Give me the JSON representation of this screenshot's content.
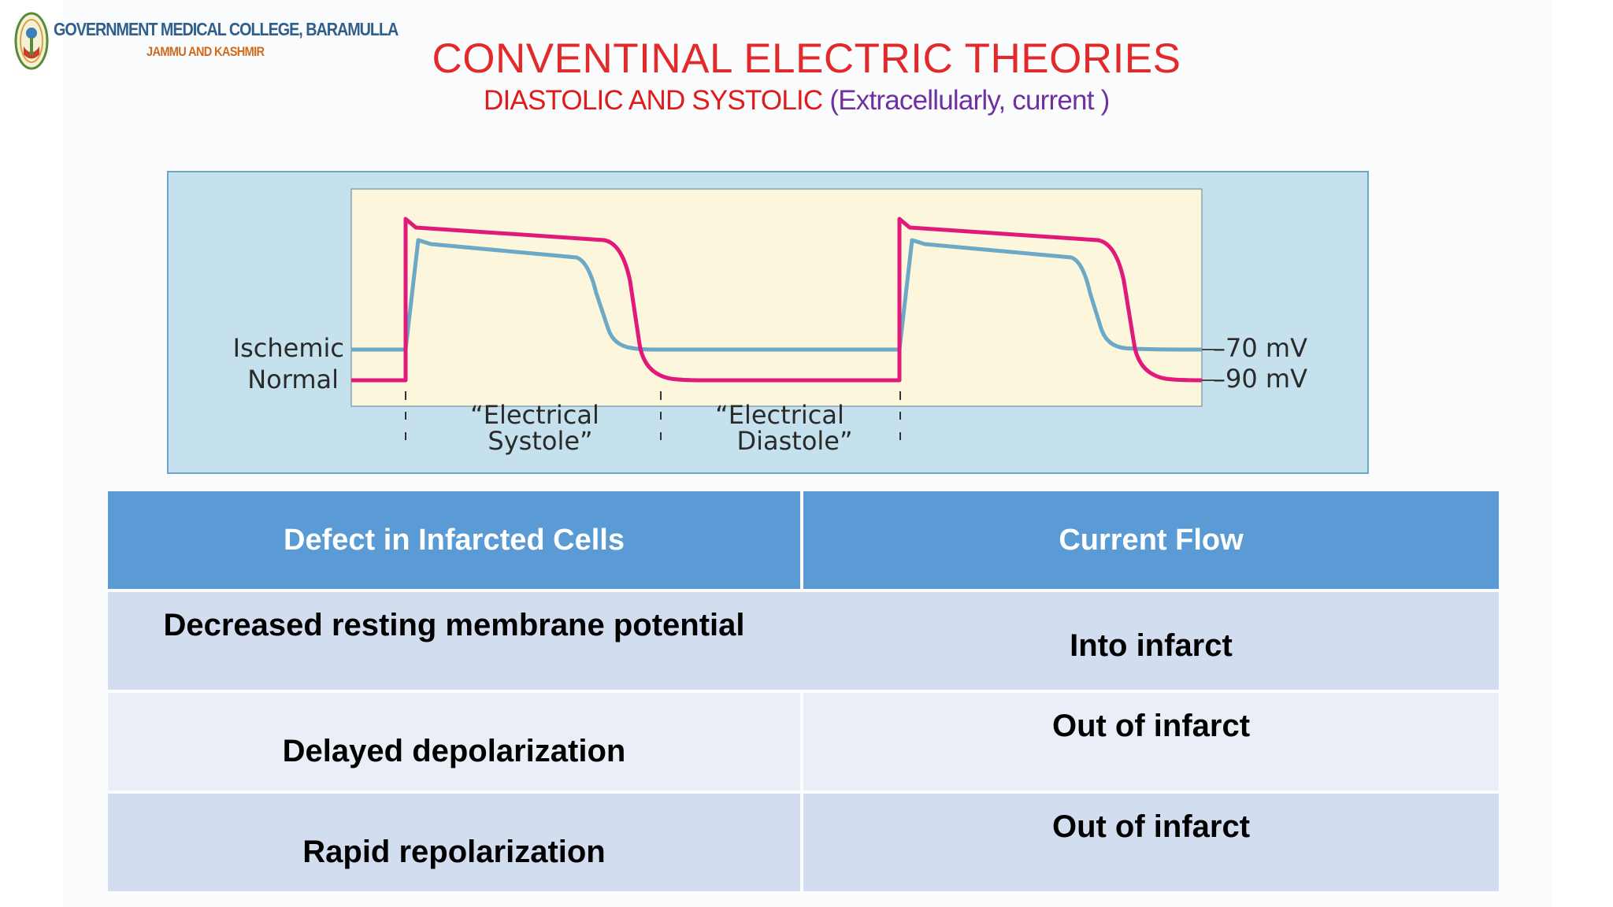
{
  "logo": {
    "name": "GOVERNMENT MEDICAL COLLEGE, BARAMULLA",
    "place": "JAMMU AND KASHMIR"
  },
  "title": "CONVENTINAL ELECTRIC THEORIES",
  "subtitle": {
    "main": "DIASTOLIC AND SYSTOLIC",
    "paren": "(Extracellularly, current )"
  },
  "figure": {
    "left_labels": [
      "Ischemic",
      "Normal"
    ],
    "right_labels": [
      "–70 mV",
      "–90 mV"
    ],
    "phase_labels": [
      [
        "“Electrical",
        "Systole”"
      ],
      [
        "“Electrical",
        "Diastole”"
      ]
    ],
    "colors": {
      "normal": "#e0197a",
      "ischemic": "#6ba9c6",
      "frame": "#c5e1ee",
      "panel": "#fbf6dc"
    }
  },
  "table": {
    "headers": [
      "Defect in Infarcted Cells",
      "Current Flow"
    ],
    "rows": [
      [
        "Decreased resting membrane potential",
        "Into infarct"
      ],
      [
        "Delayed depolarization",
        "Out of infarct"
      ],
      [
        "Rapid repolarization",
        "Out of infarct"
      ]
    ],
    "colors": {
      "header": "#5b9bd5",
      "row_odd": "#d2deef",
      "row_even": "#eaeff7"
    }
  }
}
